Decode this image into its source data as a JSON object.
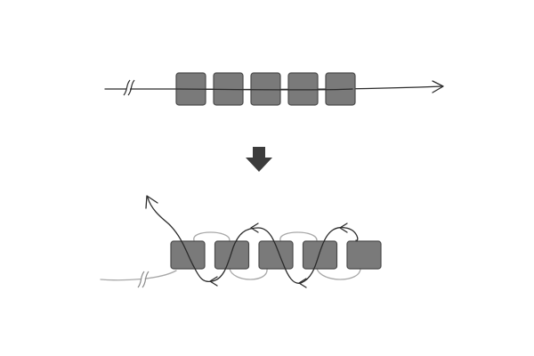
{
  "diagram": {
    "colors": {
      "bead_fill": "#7a7a7a",
      "bead_stroke": "#4a4a4a",
      "thread_dark": "#2b2b2b",
      "thread_light": "#a8a8a8",
      "step_arrow": "#3c3c3c"
    },
    "before": {
      "bead_count": 5,
      "description_icon": "thread-through-beads-straight"
    },
    "step": {
      "icon": "arrow-down-icon"
    },
    "after": {
      "bead_count": 5,
      "description_icon": "thread-weaving-back-through-beads"
    }
  }
}
